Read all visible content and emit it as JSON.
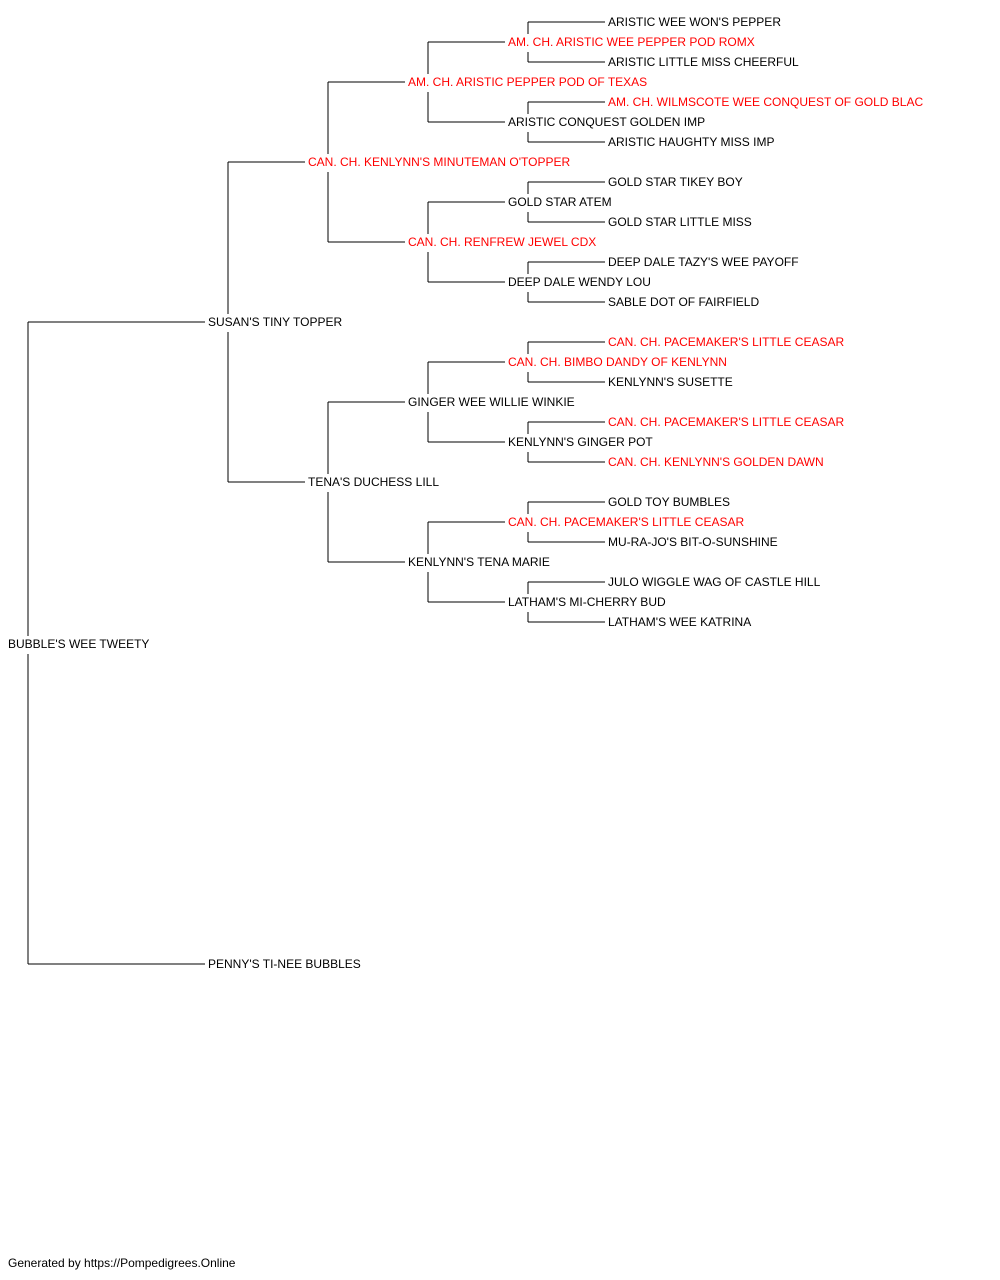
{
  "colors": {
    "champion": "#ff0000",
    "regular": "#000000",
    "connector": "#000000"
  },
  "pedigree": {
    "name": "BUBBLE'S WEE TWEETY",
    "champion": false,
    "sire": {
      "name": "SUSAN'S TINY TOPPER",
      "champion": false,
      "sire": {
        "name": "CAN. CH. KENLYNN'S MINUTEMAN O'TOPPER",
        "champion": true,
        "sire": {
          "name": "AM. CH. ARISTIC PEPPER POD OF TEXAS",
          "champion": true,
          "sire": {
            "name": "AM. CH. ARISTIC WEE PEPPER POD ROMX",
            "champion": true,
            "sire": {
              "name": "ARISTIC WEE WON'S PEPPER",
              "champion": false
            },
            "dam": {
              "name": "ARISTIC LITTLE MISS CHEERFUL",
              "champion": false
            }
          },
          "dam": {
            "name": "ARISTIC CONQUEST GOLDEN IMP",
            "champion": false,
            "sire": {
              "name": "AM. CH. WILMSCOTE WEE CONQUEST OF GOLD BLAC",
              "champion": true
            },
            "dam": {
              "name": "ARISTIC HAUGHTY MISS IMP",
              "champion": false
            }
          }
        },
        "dam": {
          "name": "CAN. CH. RENFREW JEWEL CDX",
          "champion": true,
          "sire": {
            "name": "GOLD STAR ATEM",
            "champion": false,
            "sire": {
              "name": "GOLD STAR TIKEY BOY",
              "champion": false
            },
            "dam": {
              "name": "GOLD STAR LITTLE MISS",
              "champion": false
            }
          },
          "dam": {
            "name": "DEEP DALE WENDY LOU",
            "champion": false,
            "sire": {
              "name": "DEEP DALE TAZY'S WEE PAYOFF",
              "champion": false
            },
            "dam": {
              "name": "SABLE DOT OF FAIRFIELD",
              "champion": false
            }
          }
        }
      },
      "dam": {
        "name": "TENA'S DUCHESS LILL",
        "champion": false,
        "sire": {
          "name": "GINGER WEE WILLIE WINKIE",
          "champion": false,
          "sire": {
            "name": "CAN. CH. BIMBO DANDY OF KENLYNN",
            "champion": true,
            "sire": {
              "name": "CAN. CH. PACEMAKER'S LITTLE CEASAR",
              "champion": true
            },
            "dam": {
              "name": "KENLYNN'S SUSETTE",
              "champion": false
            }
          },
          "dam": {
            "name": "KENLYNN'S GINGER POT",
            "champion": false,
            "sire": {
              "name": "CAN. CH. PACEMAKER'S LITTLE CEASAR",
              "champion": true
            },
            "dam": {
              "name": "CAN. CH. KENLYNN'S GOLDEN DAWN",
              "champion": true
            }
          }
        },
        "dam": {
          "name": "KENLYNN'S TENA MARIE",
          "champion": false,
          "sire": {
            "name": "CAN. CH. PACEMAKER'S LITTLE CEASAR",
            "champion": true,
            "sire": {
              "name": "GOLD TOY BUMBLES",
              "champion": false
            },
            "dam": {
              "name": "MU-RA-JO'S BIT-O-SUNSHINE",
              "champion": false
            }
          },
          "dam": {
            "name": "LATHAM'S MI-CHERRY BUD",
            "champion": false,
            "sire": {
              "name": "JULO WIGGLE WAG OF CASTLE HILL",
              "champion": false
            },
            "dam": {
              "name": "LATHAM'S WEE KATRINA",
              "champion": false
            }
          }
        }
      }
    },
    "dam": {
      "name": "PENNY'S TI-NEE BUBBLES",
      "champion": false
    }
  },
  "footer": "Generated by https://Pompedigrees.Online"
}
